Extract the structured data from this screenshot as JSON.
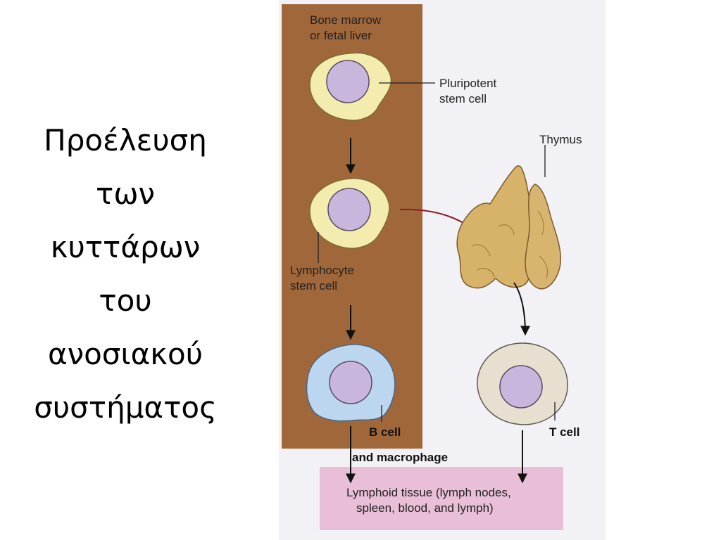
{
  "title": {
    "lines": [
      "Προέλευση",
      "των",
      "κυττάρων",
      "του",
      "ανοσιακού",
      "συστήματος"
    ]
  },
  "diagram": {
    "labels": {
      "origin_line1": "Bone marrow",
      "origin_line2": "or fetal liver",
      "pluripotent_line1": "Pluripotent",
      "pluripotent_line2": "stem cell",
      "thymus": "Thymus",
      "lymphocyte_line1": "Lymphocyte",
      "lymphocyte_line2": "stem cell",
      "b_cell": "B cell",
      "t_cell": "T cell",
      "macrophage": "and macrophage",
      "lymphoid_line1": "Lymphoid tissue (lymph nodes,",
      "lymphoid_line2": "spleen, blood, and lymph)"
    },
    "colors": {
      "marrow_bg": "#a0673a",
      "page_bg": "#f1f1f6",
      "stem_cell": "#f3ecae",
      "b_cell": "#bcd6ef",
      "t_cell": "#e7dfcf",
      "nucleus": "#c9b6dc",
      "lymphoid_box": "#e8bfd6",
      "thymus": "#d7b269",
      "red_arrow": "#8c1c28"
    }
  }
}
